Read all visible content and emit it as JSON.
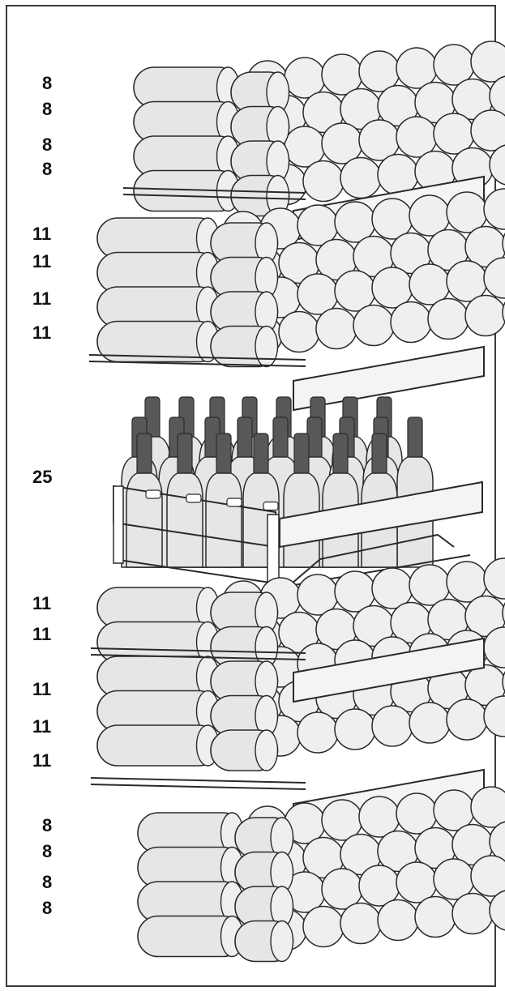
{
  "colors": {
    "bottle_fill": "#e6e6e6",
    "outline": "#2a2a2a",
    "neck_dark": "#585858",
    "shelf_front": "#f4f4f4"
  },
  "icons": {
    "bottle": "wine-bottle-icon",
    "shelf": "shelf-icon",
    "basket": "wire-basket-icon"
  },
  "shelves": [
    {
      "id": "top",
      "counts": [
        "8",
        "8",
        "8",
        "8"
      ]
    },
    {
      "id": "upper",
      "counts": [
        "11",
        "11",
        "11",
        "11"
      ]
    },
    {
      "id": "basket",
      "counts": [
        "25"
      ]
    },
    {
      "id": "lower",
      "counts": [
        "11",
        "11",
        "11",
        "11",
        "11"
      ]
    },
    {
      "id": "bottom",
      "counts": [
        "8",
        "8",
        "8",
        "8"
      ]
    }
  ]
}
